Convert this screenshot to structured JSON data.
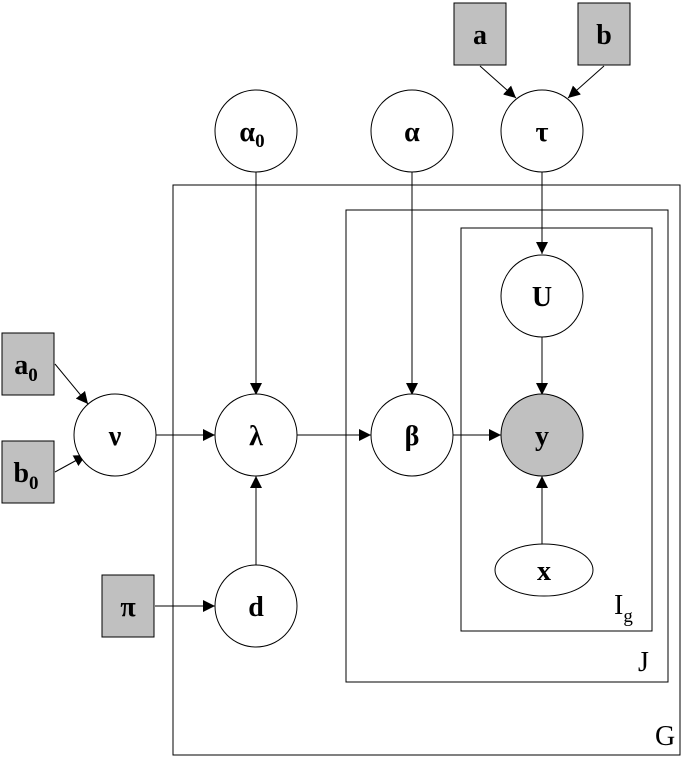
{
  "nodes": {
    "a": {
      "label": "a"
    },
    "b": {
      "label": "b"
    },
    "tau": {
      "label": "τ"
    },
    "alpha0": {
      "label": "α",
      "sub": "0"
    },
    "alpha": {
      "label": "α"
    },
    "a0": {
      "label": "a",
      "sub": "0"
    },
    "b0": {
      "label": "b",
      "sub": "0"
    },
    "nu": {
      "label": "ν"
    },
    "lambda": {
      "label": "λ"
    },
    "beta": {
      "label": "β"
    },
    "U": {
      "label": "U"
    },
    "y": {
      "label": "y"
    },
    "x": {
      "label": "x"
    },
    "pi": {
      "label": "π"
    },
    "d": {
      "label": "d"
    }
  },
  "plates": {
    "G": {
      "label": "G"
    },
    "J": {
      "label": "J"
    },
    "Ig": {
      "label": "I",
      "sub": "g"
    }
  },
  "colors": {
    "observed_fill": "#c0c0c0",
    "fixed_fill": "#c0c0c0",
    "line": "#000000"
  }
}
